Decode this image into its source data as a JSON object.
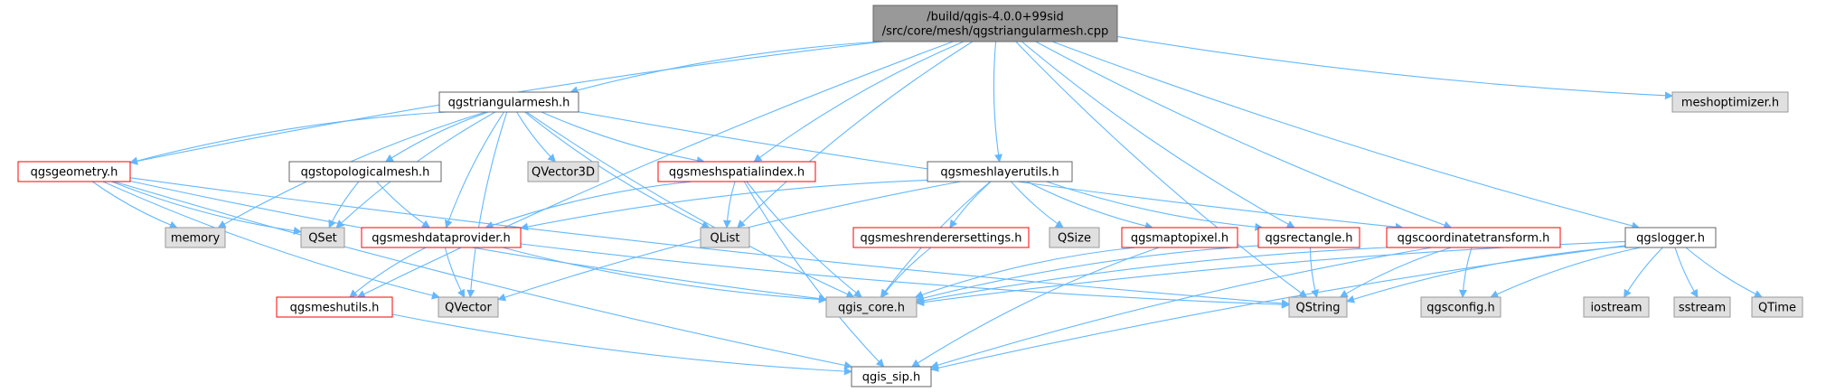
{
  "colors": {
    "edge": "#63b8ff",
    "root_fill": "#999999",
    "root_stroke": "#666666",
    "doc_fill": "#ffffff",
    "doc_stroke": "#666666",
    "red_stroke": "#ff0000",
    "ext_fill": "#e0e0e0",
    "ext_stroke": "#999999"
  },
  "nodes": [
    {
      "id": "root",
      "kind": "root",
      "lines": [
        "/build/qgis-4.0.0+99sid",
        "/src/core/mesh/qgstriangularmesh.cpp"
      ]
    },
    {
      "id": "trimesh",
      "kind": "doc",
      "lines": [
        "qgstriangularmesh.h"
      ]
    },
    {
      "id": "geometry",
      "kind": "red",
      "lines": [
        "qgsgeometry.h"
      ]
    },
    {
      "id": "topomesh",
      "kind": "doc",
      "lines": [
        "qgstopologicalmesh.h"
      ]
    },
    {
      "id": "qvector3d",
      "kind": "ext",
      "lines": [
        "QVector3D"
      ]
    },
    {
      "id": "spatialindex",
      "kind": "red",
      "lines": [
        "qgsmeshspatialindex.h"
      ]
    },
    {
      "id": "layerutils",
      "kind": "doc",
      "lines": [
        "qgsmeshlayerutils.h"
      ]
    },
    {
      "id": "meshopt",
      "kind": "ext",
      "lines": [
        "meshoptimizer.h"
      ]
    },
    {
      "id": "memory",
      "kind": "ext",
      "lines": [
        "memory"
      ]
    },
    {
      "id": "qset",
      "kind": "ext",
      "lines": [
        "QSet"
      ]
    },
    {
      "id": "dataprovider",
      "kind": "red",
      "lines": [
        "qgsmeshdataprovider.h"
      ]
    },
    {
      "id": "qlist",
      "kind": "ext",
      "lines": [
        "QList"
      ]
    },
    {
      "id": "rendersettings",
      "kind": "red",
      "lines": [
        "qgsmeshrenderersettings.h"
      ]
    },
    {
      "id": "qsize",
      "kind": "ext",
      "lines": [
        "QSize"
      ]
    },
    {
      "id": "maptopixel",
      "kind": "red",
      "lines": [
        "qgsmaptopixel.h"
      ]
    },
    {
      "id": "rectangle",
      "kind": "red",
      "lines": [
        "qgsrectangle.h"
      ]
    },
    {
      "id": "coordtransform",
      "kind": "red",
      "lines": [
        "qgscoordinatetransform.h"
      ]
    },
    {
      "id": "logger",
      "kind": "doc",
      "lines": [
        "qgslogger.h"
      ]
    },
    {
      "id": "meshutils",
      "kind": "red",
      "lines": [
        "qgsmeshutils.h"
      ]
    },
    {
      "id": "qvector",
      "kind": "ext",
      "lines": [
        "QVector"
      ]
    },
    {
      "id": "qgiscore",
      "kind": "ext",
      "lines": [
        "qgis_core.h"
      ]
    },
    {
      "id": "qstring",
      "kind": "ext",
      "lines": [
        "QString"
      ]
    },
    {
      "id": "qgsconfig",
      "kind": "ext",
      "lines": [
        "qgsconfig.h"
      ]
    },
    {
      "id": "iostream",
      "kind": "ext",
      "lines": [
        "iostream"
      ]
    },
    {
      "id": "sstream",
      "kind": "ext",
      "lines": [
        "sstream"
      ]
    },
    {
      "id": "qtime",
      "kind": "ext",
      "lines": [
        "QTime"
      ]
    },
    {
      "id": "qgissip",
      "kind": "doc",
      "lines": [
        "qgis_sip.h"
      ]
    }
  ],
  "edges": [
    [
      "root",
      "trimesh"
    ],
    [
      "root",
      "geometry"
    ],
    [
      "root",
      "spatialindex"
    ],
    [
      "root",
      "layerutils"
    ],
    [
      "root",
      "meshopt"
    ],
    [
      "root",
      "qlist"
    ],
    [
      "root",
      "rectangle"
    ],
    [
      "root",
      "coordtransform"
    ],
    [
      "root",
      "logger"
    ],
    [
      "root",
      "meshutils"
    ],
    [
      "root",
      "qstring"
    ],
    [
      "trimesh",
      "geometry"
    ],
    [
      "trimesh",
      "topomesh"
    ],
    [
      "trimesh",
      "qvector3d"
    ],
    [
      "trimesh",
      "spatialindex"
    ],
    [
      "trimesh",
      "memory"
    ],
    [
      "trimesh",
      "qset"
    ],
    [
      "trimesh",
      "dataprovider"
    ],
    [
      "trimesh",
      "qlist"
    ],
    [
      "trimesh",
      "qvector"
    ],
    [
      "trimesh",
      "qgiscore"
    ],
    [
      "trimesh",
      "coordtransform"
    ],
    [
      "geometry",
      "memory"
    ],
    [
      "geometry",
      "qset"
    ],
    [
      "geometry",
      "qvector"
    ],
    [
      "geometry",
      "qgiscore"
    ],
    [
      "geometry",
      "qstring"
    ],
    [
      "geometry",
      "qgissip"
    ],
    [
      "topomesh",
      "qset"
    ],
    [
      "topomesh",
      "dataprovider"
    ],
    [
      "spatialindex",
      "dataprovider"
    ],
    [
      "spatialindex",
      "qlist"
    ],
    [
      "spatialindex",
      "qgiscore"
    ],
    [
      "spatialindex",
      "qgissip"
    ],
    [
      "layerutils",
      "dataprovider"
    ],
    [
      "layerutils",
      "qvector"
    ],
    [
      "layerutils",
      "qgiscore"
    ],
    [
      "layerutils",
      "rendersettings"
    ],
    [
      "layerutils",
      "qsize"
    ],
    [
      "layerutils",
      "maptopixel"
    ],
    [
      "layerutils",
      "rectangle"
    ],
    [
      "dataprovider",
      "meshutils"
    ],
    [
      "dataprovider",
      "qvector"
    ],
    [
      "dataprovider",
      "qgiscore"
    ],
    [
      "dataprovider",
      "qstring"
    ],
    [
      "rendersettings",
      "qgiscore"
    ],
    [
      "maptopixel",
      "qgiscore"
    ],
    [
      "maptopixel",
      "qgissip"
    ],
    [
      "rectangle",
      "qgiscore"
    ],
    [
      "rectangle",
      "qstring"
    ],
    [
      "coordtransform",
      "qgiscore"
    ],
    [
      "coordtransform",
      "qstring"
    ],
    [
      "coordtransform",
      "qgsconfig"
    ],
    [
      "coordtransform",
      "qgissip"
    ],
    [
      "logger",
      "qgiscore"
    ],
    [
      "logger",
      "qstring"
    ],
    [
      "logger",
      "qgsconfig"
    ],
    [
      "logger",
      "iostream"
    ],
    [
      "logger",
      "sstream"
    ],
    [
      "logger",
      "qtime"
    ],
    [
      "logger",
      "qgissip"
    ],
    [
      "meshutils",
      "qgissip"
    ]
  ]
}
